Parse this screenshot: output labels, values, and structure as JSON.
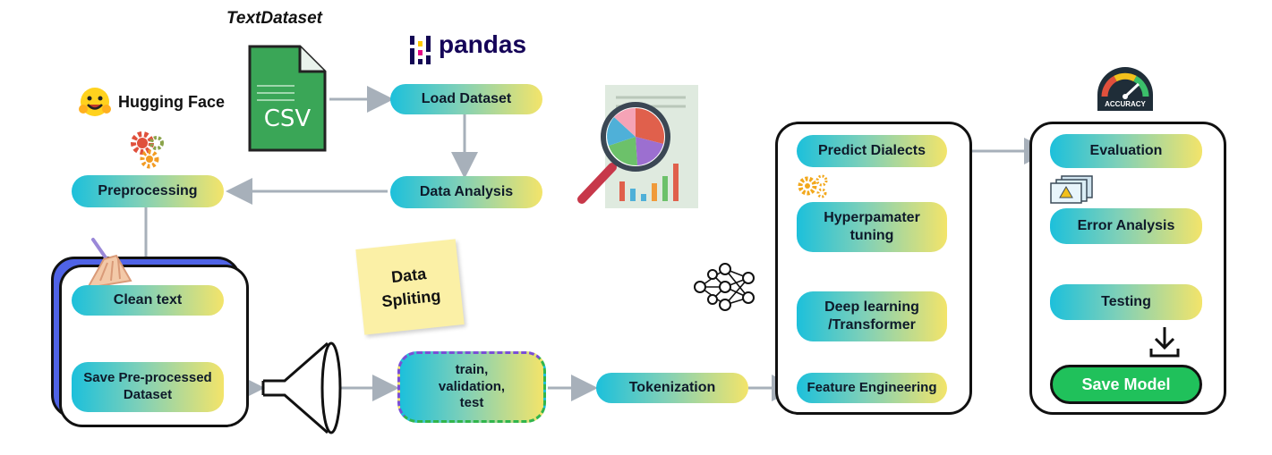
{
  "sources": {
    "text_dataset": "TextDataset",
    "csv": "CSV",
    "pandas": "pandas",
    "hugging_face": "Hugging Face"
  },
  "nodes": {
    "load_dataset": "Load Dataset",
    "data_analysis": "Data Analysis",
    "preprocessing": "Preprocessing",
    "clean_text": "Clean text",
    "save_preprocessed": "Save Pre-processed Dataset",
    "data_spliting": "Data Spliting",
    "split": "train, validation, test",
    "tokenization": "Tokenization",
    "feature_engineering": "Feature Engineering",
    "deep_learning": "Deep learning /Transformer",
    "hyperparameter": "Hyperpamater tuning",
    "predict_dialects": "Predict Dialects",
    "evaluation": "Evaluation",
    "error_analysis": "Error Analysis",
    "testing": "Testing",
    "save_model": "Save Model",
    "accuracy": "ACCURACY"
  },
  "colors": {
    "pill_start": "#1cc0db",
    "pill_end": "#f3e46a",
    "arrow": "#a7b0ba",
    "save_model": "#20c15b",
    "csv_green": "#3aa657",
    "stack_blue": "#4f63e6",
    "note_yellow": "#fbf0a6"
  },
  "icons": [
    "csv-file-icon",
    "pandas-logo-icon",
    "hugging-face-icon",
    "gears-icon",
    "analysis-magnifier-icon",
    "neural-network-icon",
    "funnel-icon",
    "broom-icon",
    "warning-windows-icon",
    "accuracy-gauge-icon",
    "download-icon"
  ]
}
